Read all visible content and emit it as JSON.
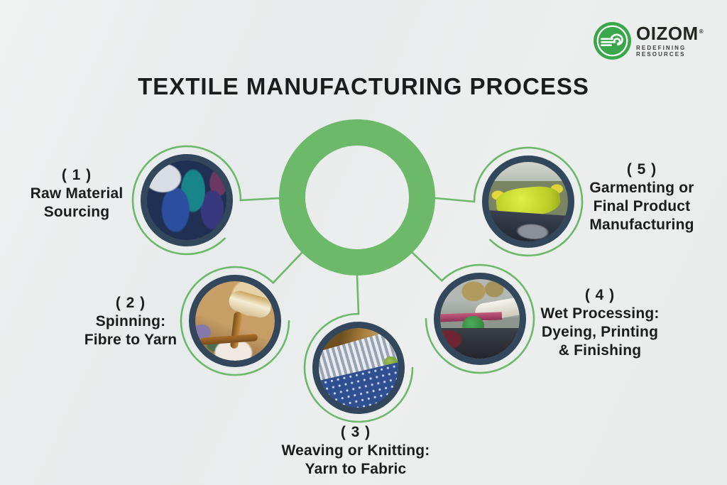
{
  "colors": {
    "accent-green": "#6cb96a",
    "ring-dark": "#32475b",
    "text-dark": "#1b1d1c",
    "logo-green": "#3aa74b",
    "logo-text": "#23271f"
  },
  "logo": {
    "brand": "OIZOM",
    "registered": "®",
    "tagline": "REDEFINING RESOURCES"
  },
  "title": "TEXTILE MANUFACTURING PROCESS",
  "nodes": [
    {
      "number": "( 1 )",
      "lines": [
        "Raw Material",
        "Sourcing"
      ],
      "photo": "yarn-cones"
    },
    {
      "number": "( 2 )",
      "lines": [
        "Spinning:",
        "Fibre to Yarn"
      ],
      "photo": "spinning-wheel"
    },
    {
      "number": "( 3 )",
      "lines": [
        "Weaving or Knitting:",
        "Yarn to Fabric"
      ],
      "photo": "weaving-loom"
    },
    {
      "number": "( 4 )",
      "lines": [
        "Wet Processing:",
        "Dyeing, Printing",
        "& Finishing"
      ],
      "photo": "dyeing-printing-machine"
    },
    {
      "number": "( 5 )",
      "lines": [
        "Garmenting or",
        "Final Product",
        "Manufacturing"
      ],
      "photo": "garment-factory"
    }
  ]
}
